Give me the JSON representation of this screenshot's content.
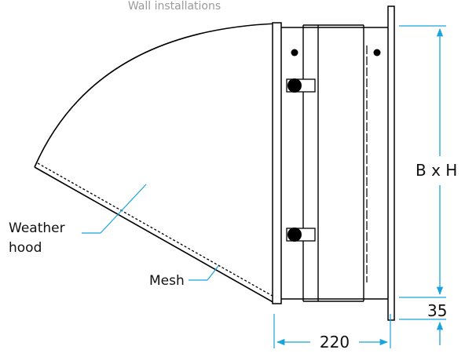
{
  "title": "Wall installations",
  "labels": {
    "weather_hood_line1": "Weather",
    "weather_hood_line2": "hood",
    "mesh": "Mesh",
    "height": "B x H",
    "flange_depth": "35",
    "depth": "220"
  },
  "colors": {
    "outline": "#000000",
    "dimension": "#1aa3dc",
    "caption": "#9a9a9a",
    "text": "#111111"
  }
}
